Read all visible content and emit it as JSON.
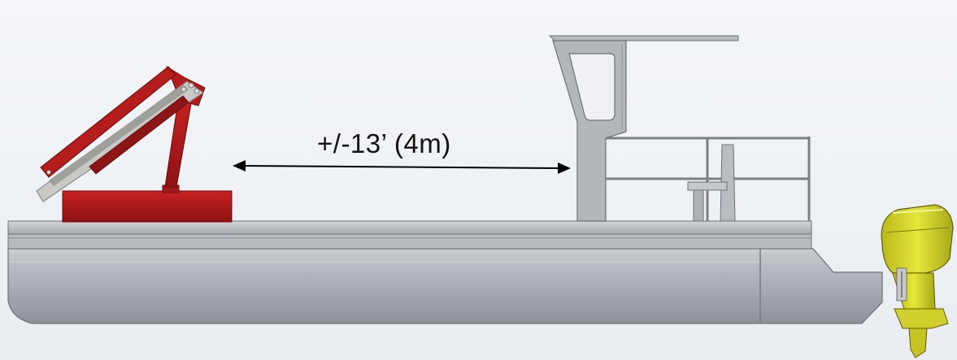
{
  "dimension": {
    "label": "+/-13’ (4m)"
  },
  "colors": {
    "hull": "#a9acb2",
    "crane": "#b01a1a",
    "motor": "#d6d62a",
    "console": "#b5b8bd",
    "arrow": "#000000"
  },
  "icons": {
    "crane": "knuckle-boom-crane",
    "motor": "outboard-motor"
  }
}
